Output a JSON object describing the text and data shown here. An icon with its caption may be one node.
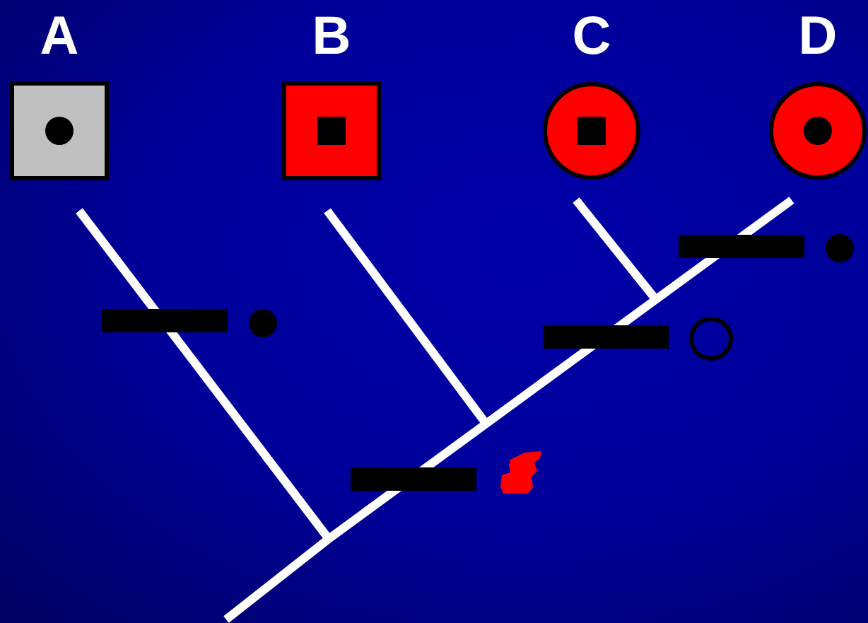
{
  "diagram": {
    "nodes": [
      {
        "text": [
          "A"
        ]
      },
      {
        "text": [
          "B"
        ]
      },
      {
        "text": [
          "C"
        ]
      },
      {
        "text": [
          "D"
        ]
      }
    ],
    "edges": []
  }
}
